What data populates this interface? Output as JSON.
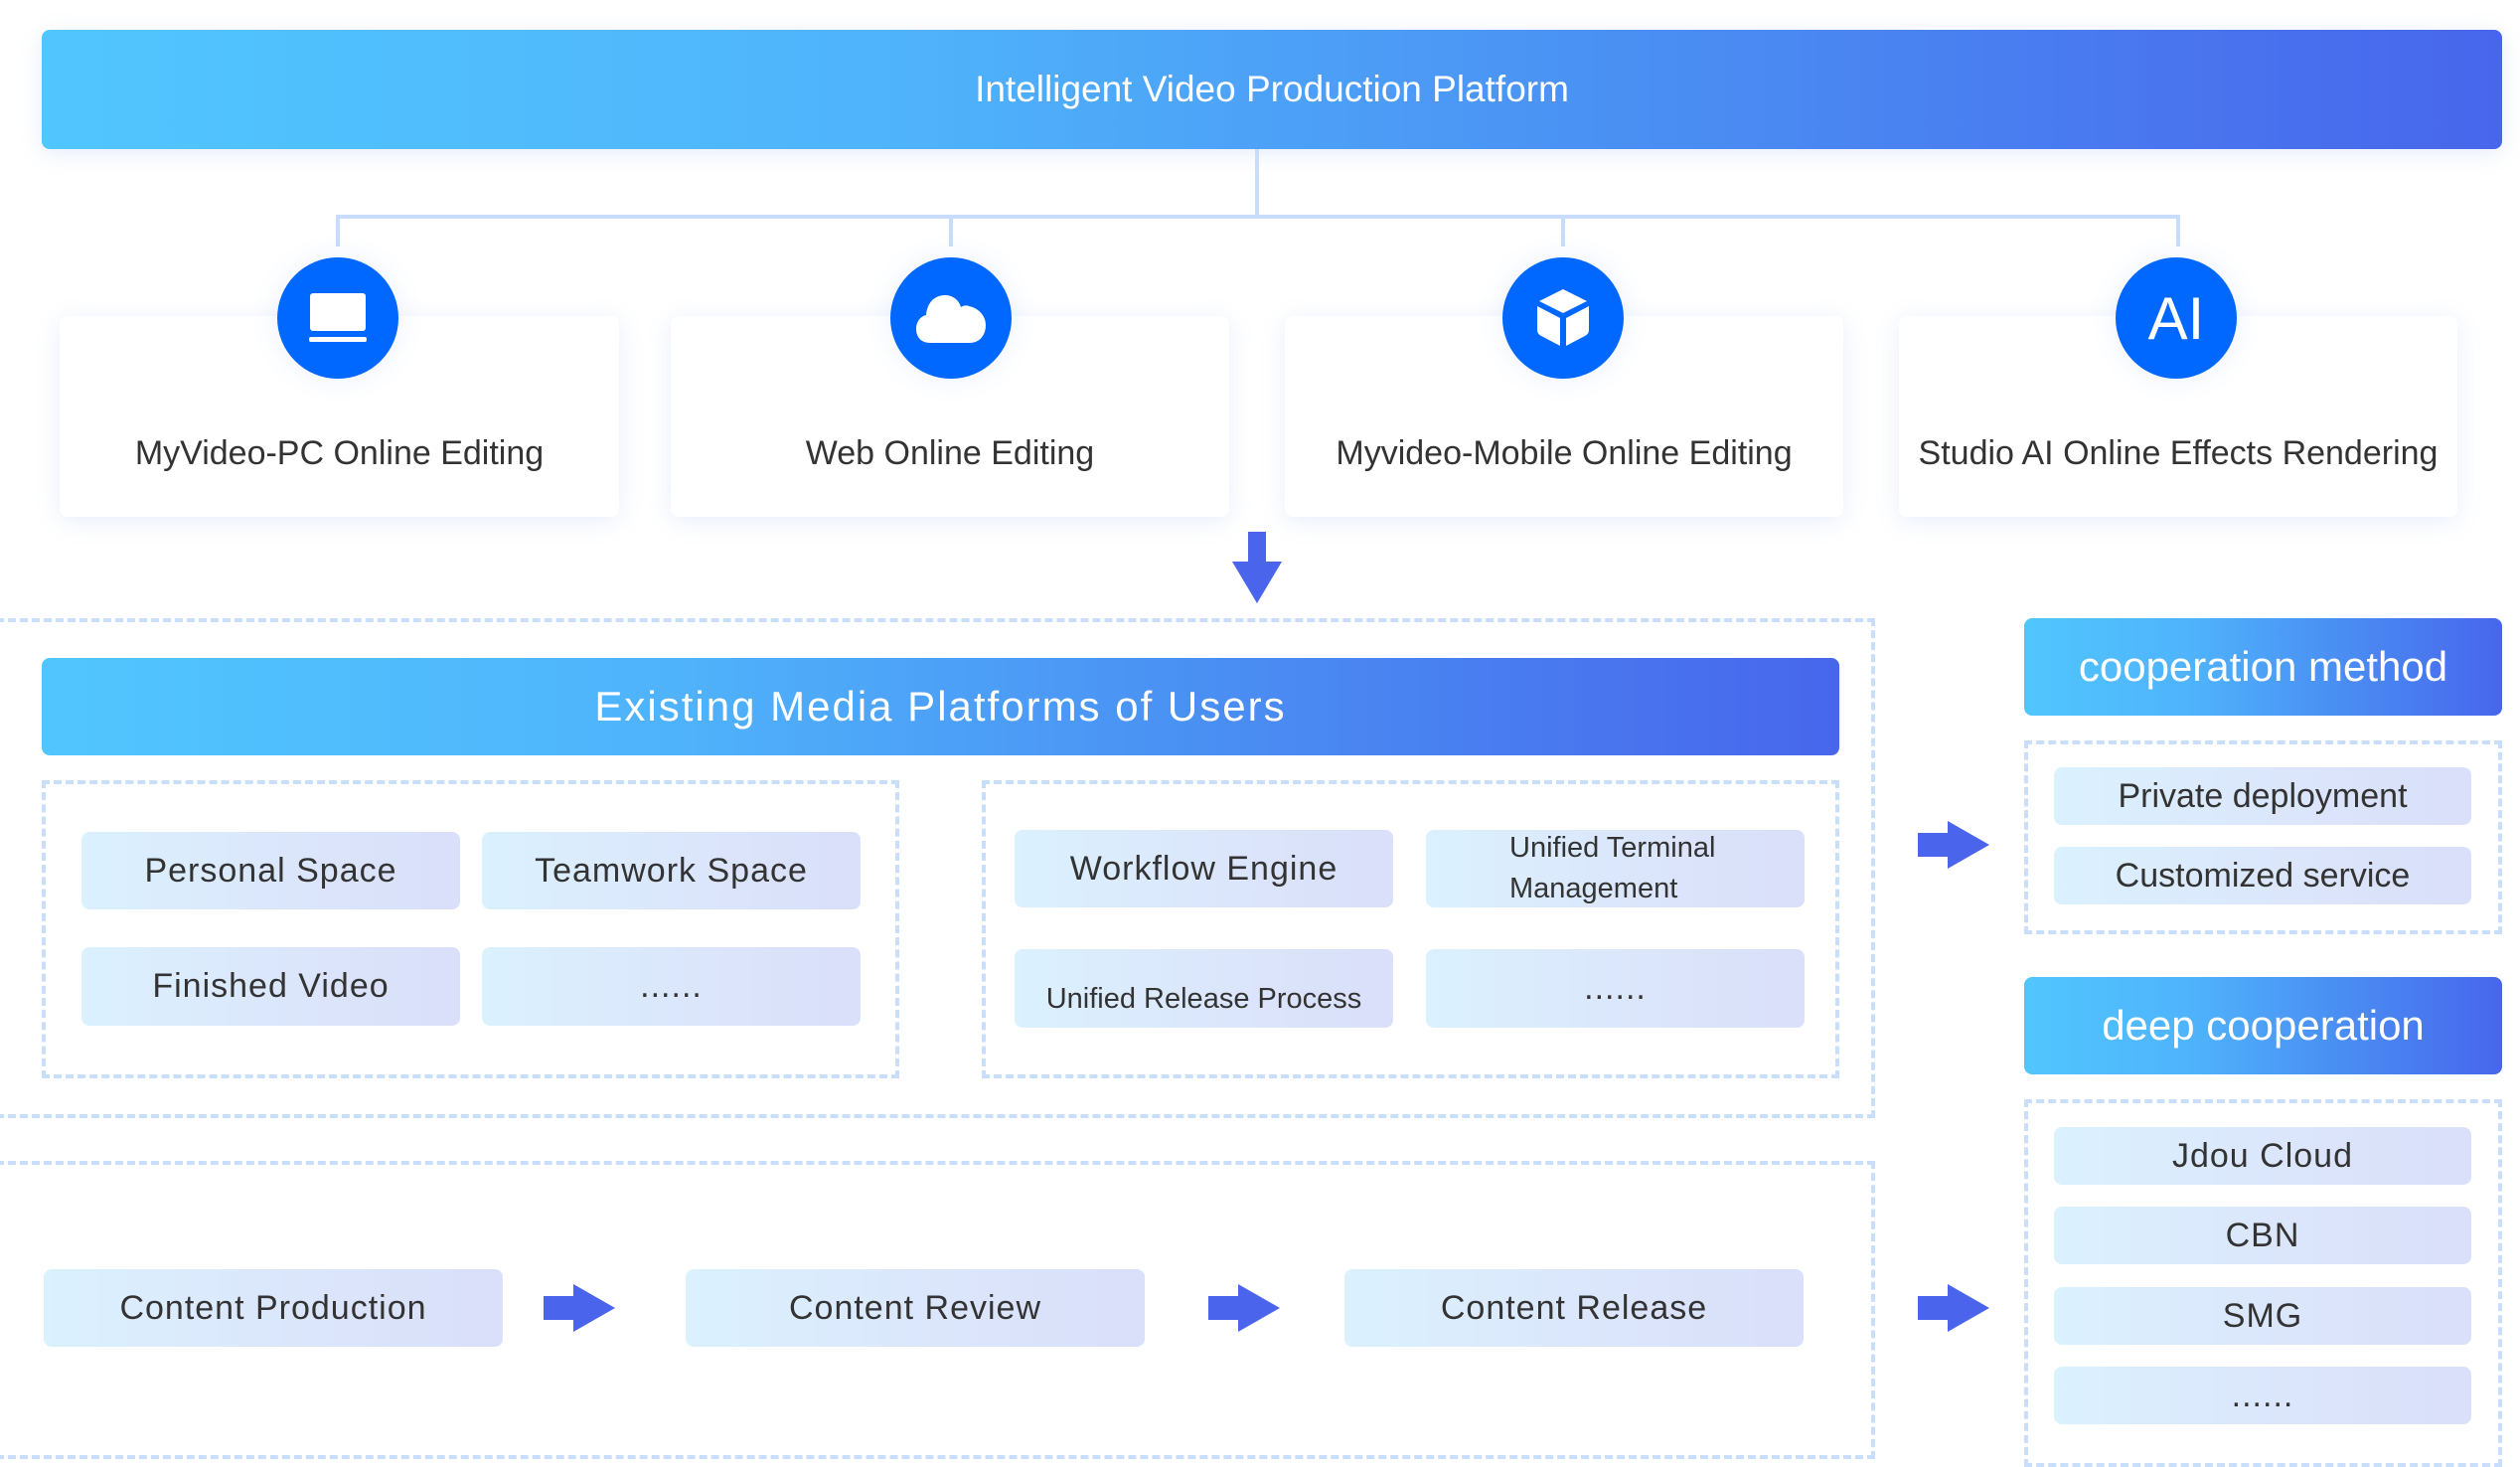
{
  "header": {
    "title": "Intelligent Video Production Platform"
  },
  "products": [
    {
      "label": "MyVideo-PC Online Editing",
      "icon": "laptop-icon"
    },
    {
      "label": "Web Online Editing",
      "icon": "cloud-icon"
    },
    {
      "label": "Myvideo-Mobile Online Editing",
      "icon": "cube-icon"
    },
    {
      "label": "Studio AI Online Effects Rendering",
      "icon": "ai-icon",
      "icon_text": "AI"
    }
  ],
  "media": {
    "title": "Existing Media Platforms of Users",
    "left_items": [
      "Personal Space",
      "Teamwork Space",
      "Finished Video",
      "......"
    ],
    "right_items": [
      "Workflow Engine",
      "Unified Terminal Management",
      "Unified Release Process",
      "......"
    ]
  },
  "process": {
    "steps": [
      "Content Production",
      "Content Review",
      "Content Release"
    ]
  },
  "cooperation_method": {
    "title": "cooperation method",
    "items": [
      "Private deployment",
      "Customized service"
    ]
  },
  "deep_cooperation": {
    "title": "deep cooperation",
    "items": [
      "Jdou Cloud",
      "CBN",
      "SMG",
      "......"
    ]
  },
  "colors": {
    "gradient_start": "#51c6fe",
    "gradient_end": "#4866ec",
    "icon_circle": "#0068ff",
    "arrow": "#4a64ec",
    "connector": "#c8ddfb",
    "dashed_border": "#c9defa"
  }
}
